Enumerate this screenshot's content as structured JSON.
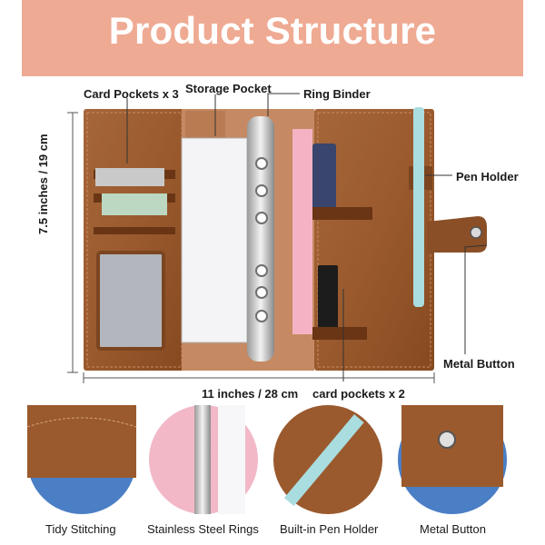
{
  "header": {
    "title": "Product Structure"
  },
  "callouts": {
    "card_pockets_3": "Card Pockets x 3",
    "storage_pocket": "Storage Pocket",
    "ring_binder": "Ring Binder",
    "pen_holder": "Pen Holder",
    "metal_button": "Metal Button",
    "card_pockets_2": "card pockets x 2"
  },
  "dimensions": {
    "height": "7.5 inches / 19 cm",
    "width": "11 inches / 28 cm"
  },
  "features": [
    {
      "label": "Tidy Stitching"
    },
    {
      "label": "Stainless Steel Rings"
    },
    {
      "label": "Built-in Pen Holder"
    },
    {
      "label": "Metal Button"
    }
  ],
  "colors": {
    "banner": "#efaa93",
    "leather": "#9a5a2e",
    "leather_dark": "#7c4520",
    "pen": "#a9dde0",
    "page_pink": "#f4b3c4",
    "navy": "#39456d"
  }
}
